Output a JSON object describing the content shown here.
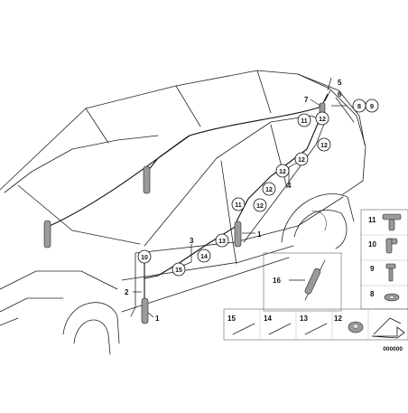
{
  "callouts": {
    "c1a": "1",
    "c1b": "1",
    "c2": "2",
    "c3": "3",
    "c4": "4",
    "c5": "5",
    "c6": "6",
    "c7": "7",
    "c8": "8",
    "c9": "9",
    "c10": "10",
    "c11": "11",
    "c11b": "11",
    "c12a": "12",
    "c12b": "12",
    "c12c": "12",
    "c12d": "12",
    "c12e": "12",
    "c12f": "12",
    "c13": "13",
    "c14": "14",
    "c15": "15",
    "c16": "16"
  },
  "legend": {
    "items_side": [
      "11",
      "10",
      "9",
      "8"
    ],
    "items_bottom": [
      "15",
      "14",
      "13",
      "12"
    ]
  },
  "footer": {
    "code": "000000"
  }
}
